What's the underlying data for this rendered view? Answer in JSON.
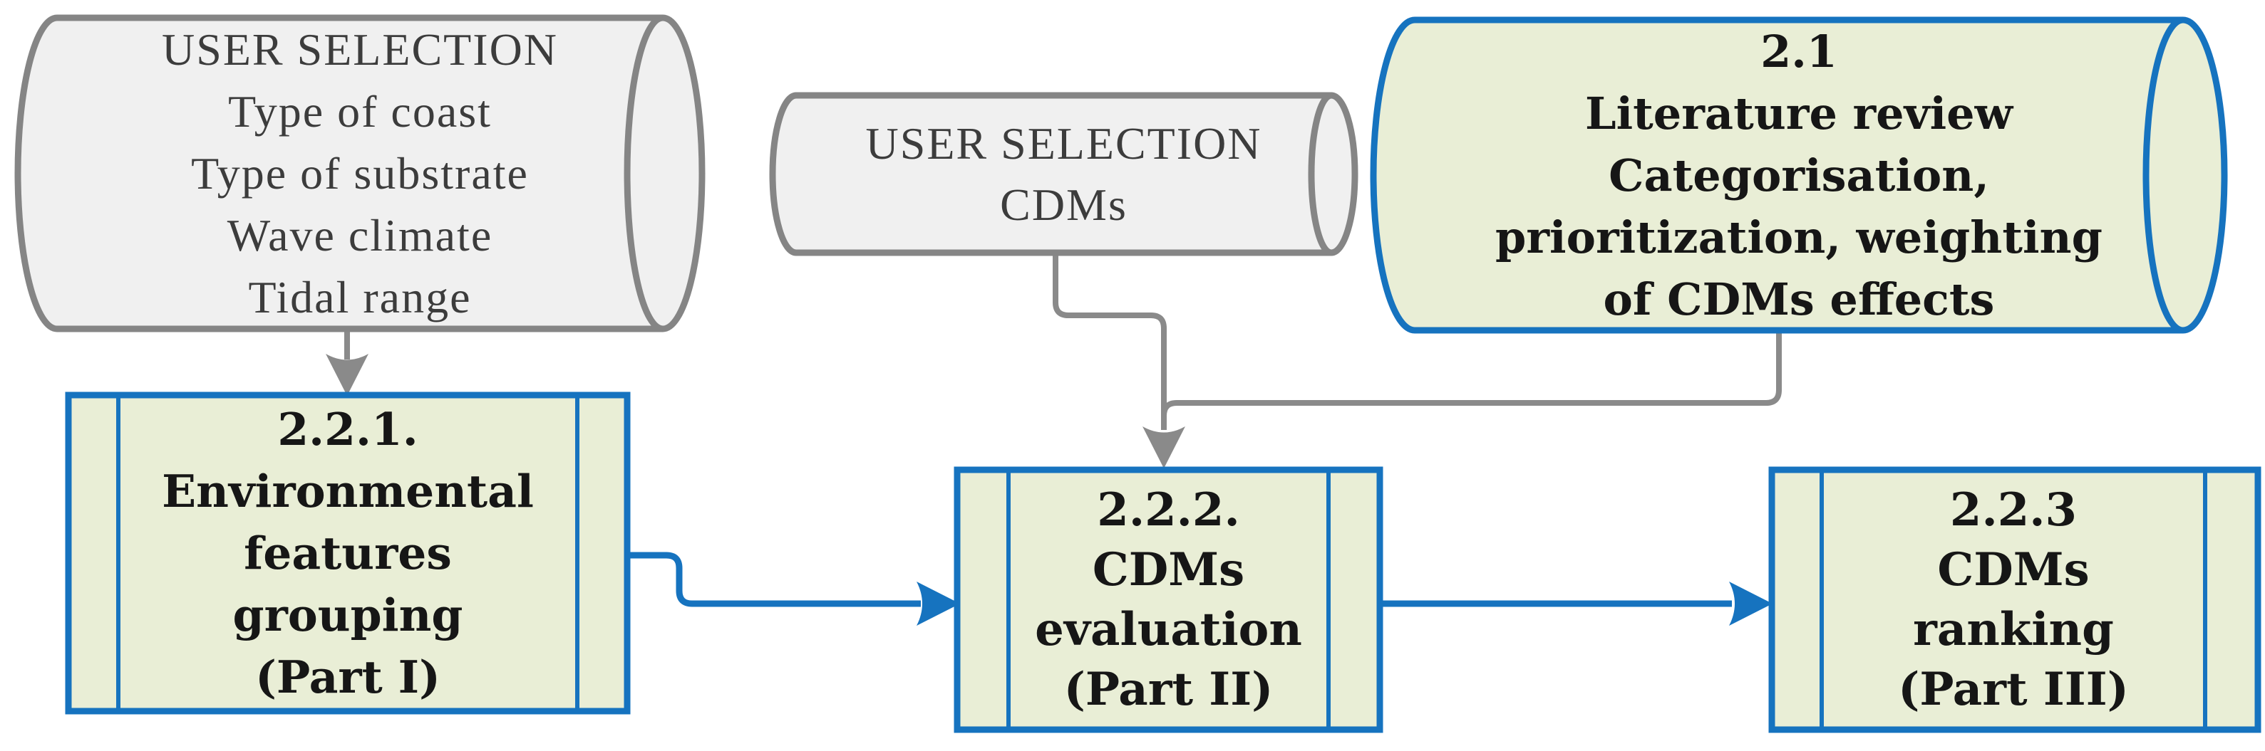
{
  "palette": {
    "blue": "#1673bf",
    "green_fill": "#e9eed6",
    "gray_fill": "#f0f0f0",
    "gray_border": "#858585",
    "line_gray": "#8a8a8a",
    "text_dark": "#3c3c3c",
    "text_black": "#161616"
  },
  "nodes": {
    "user_selection_env": {
      "shape": "horizontal-cylinder",
      "lines": [
        "USER SELECTION",
        "Type of coast",
        "Type of substrate",
        "Wave climate",
        "Tidal range"
      ]
    },
    "user_selection_cdms": {
      "shape": "horizontal-cylinder",
      "lines": [
        "USER SELECTION",
        "CDMs"
      ]
    },
    "literature_review": {
      "shape": "horizontal-cylinder",
      "lines": [
        "2.1",
        "Literature review",
        "Categorisation,",
        "prioritization, weighting",
        "of CDMs effects"
      ]
    },
    "env_features_grouping": {
      "shape": "predefined-process",
      "lines": [
        "2.2.1.",
        "Environmental",
        "features",
        "grouping",
        "(Part I)"
      ]
    },
    "cdms_evaluation": {
      "shape": "predefined-process",
      "lines": [
        "2.2.2.",
        "CDMs",
        "evaluation",
        "(Part II)"
      ]
    },
    "cdms_ranking": {
      "shape": "predefined-process",
      "lines": [
        "2.2.3",
        "CDMs",
        "ranking",
        "(Part III)"
      ]
    }
  },
  "connectors": [
    {
      "name": "user-selection-env-to-grouping",
      "from": "user_selection_env",
      "to": "env_features_grouping",
      "color": "gray"
    },
    {
      "name": "user-selection-cdms-to-evaluation",
      "from": "user_selection_cdms",
      "to": "cdms_evaluation",
      "color": "gray"
    },
    {
      "name": "literature-review-to-evaluation",
      "from": "literature_review",
      "to": "cdms_evaluation",
      "color": "gray"
    },
    {
      "name": "grouping-to-evaluation",
      "from": "env_features_grouping",
      "to": "cdms_evaluation",
      "color": "blue"
    },
    {
      "name": "evaluation-to-ranking",
      "from": "cdms_evaluation",
      "to": "cdms_ranking",
      "color": "blue"
    }
  ]
}
